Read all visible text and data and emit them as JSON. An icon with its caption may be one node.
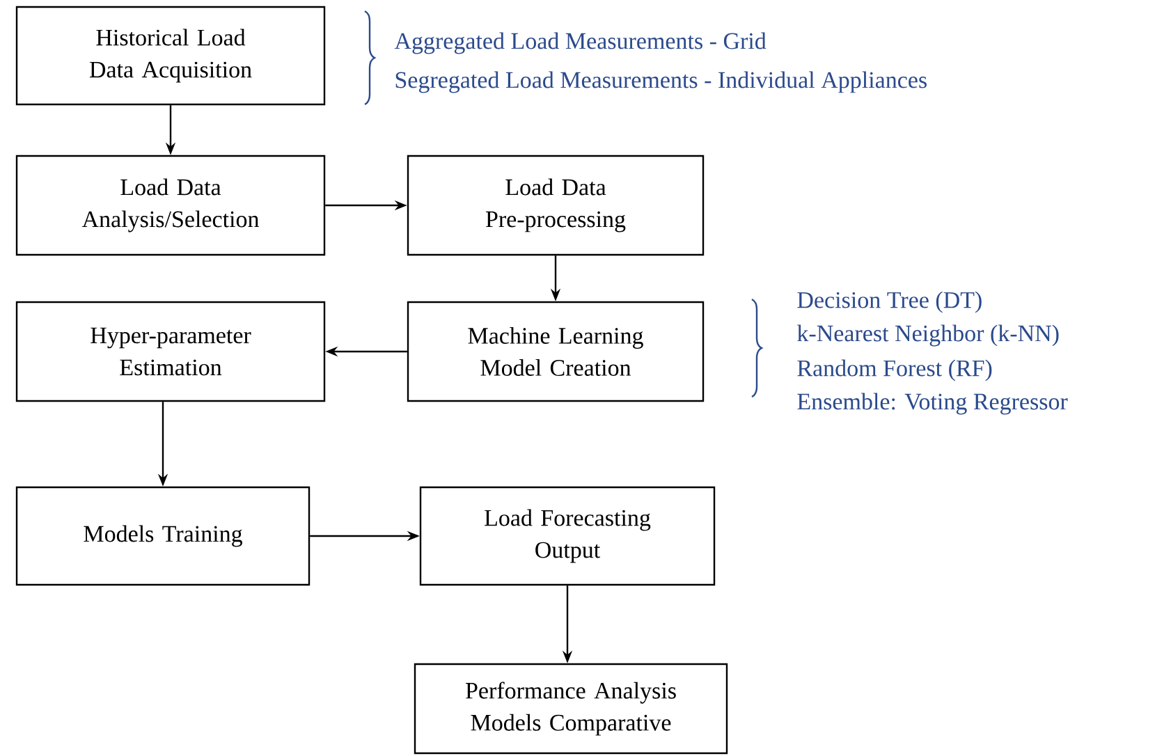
{
  "diagram": {
    "nodes": [
      {
        "text": [
          "Historical Load Data Acquisition"
        ]
      },
      {
        "text": [
          "Load Data Analysis/Selection"
        ]
      },
      {
        "text": [
          "Load Data Pre-processing"
        ]
      },
      {
        "text": [
          "Hyper-parameter Estimation"
        ]
      },
      {
        "text": [
          "Machine Learning Model Creation"
        ]
      },
      {
        "text": [
          "Models Training"
        ]
      },
      {
        "text": [
          "Load Forecasting Output"
        ]
      },
      {
        "text": [
          "Performance Analysis Models Comparative"
        ]
      }
    ],
    "edges": [
      {
        "from": 0,
        "to": 1,
        "arrow": "to"
      },
      {
        "from": 1,
        "to": 2,
        "arrow": "to"
      },
      {
        "from": 2,
        "to": 4,
        "arrow": "to"
      },
      {
        "from": 4,
        "to": 3,
        "arrow": "to"
      },
      {
        "from": 3,
        "to": 5,
        "arrow": "to"
      },
      {
        "from": 5,
        "to": 6,
        "arrow": "to"
      },
      {
        "from": 6,
        "to": 7,
        "arrow": "to"
      }
    ],
    "labels": [
      "Aggregated  Load Measurements - Grid",
      "Segregated Load Measurements - Individual Appliances",
      "Decision Tree (DT)",
      "k-Nearest Neighbor (k-NN)",
      "Random Forest (RF)",
      "Ensemble: Voting Regressor"
    ]
  }
}
